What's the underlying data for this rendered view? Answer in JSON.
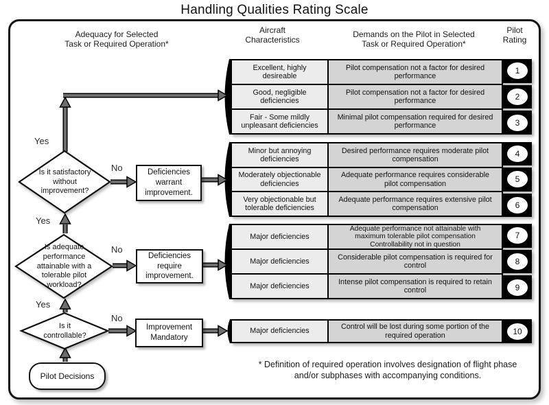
{
  "title": "Handling Qualities Rating Scale",
  "headers": {
    "adequacy": "Adequacy for Selected\nTask or Required Operation*",
    "aircraft": "Aircraft\nCharacteristics",
    "demands": "Demands on the Pilot in Selected\nTask or Required Operation*",
    "pilot_rating": "Pilot\nRating"
  },
  "flowchart": {
    "start_node": "Pilot Decisions",
    "decisions": [
      {
        "question": "Is it satisfactory\nwithout\nimprovement?",
        "yes": "Yes",
        "no": "No",
        "action": "Deficiencies\nwarrant\nimprovement."
      },
      {
        "question": "Is adequate\nperformance\nattainable with a\ntolerable pilot\nworkload?",
        "yes": "Yes",
        "no": "No",
        "action": "Deficiencies\nrequire\nimprovement."
      },
      {
        "question": "Is it\ncontrollable?",
        "yes": "Yes",
        "no": "No",
        "action": "Improvement\nMandatory"
      }
    ]
  },
  "table": {
    "rows": [
      {
        "characteristics": "Excellent, highly\ndesireable",
        "demands": "Pilot compensation not a factor for desired\nperformance",
        "rating": "1"
      },
      {
        "characteristics": "Good, negligible\ndeficiencies",
        "demands": "Pilot compensation not a factor for desired\nperformance",
        "rating": "2"
      },
      {
        "characteristics": "Fair - Some mildly\nunpleasant deficiencies",
        "demands": "Minimal pilot compensation required for desired\nperformance",
        "rating": "3"
      },
      {
        "characteristics": "Minor but annoying\ndeficiencies",
        "demands": "Desired performance requires moderate pilot\ncompensation",
        "rating": "4"
      },
      {
        "characteristics": "Moderately objectionable\ndeficiencies",
        "demands": "Adequate performance requires considerable\npilot compensation",
        "rating": "5"
      },
      {
        "characteristics": "Very objectionable but\ntolerable deficiencies",
        "demands": "Adequate performance requires extensive pilot\ncompensation",
        "rating": "6"
      },
      {
        "characteristics": "Major deficiencies",
        "demands": "Adequate performance not attainable with\nmaximum tolerable pilot compensation\nControllability not in question",
        "rating": "7"
      },
      {
        "characteristics": "Major deficiencies",
        "demands": "Considerable pilot compensation is required for\ncontrol",
        "rating": "8"
      },
      {
        "characteristics": "Major deficiencies",
        "demands": "Intense pilot compensation is required to retain\ncontrol",
        "rating": "9"
      },
      {
        "characteristics": "Major deficiencies",
        "demands": "Control will be lost during some portion of the\nrequired operation",
        "rating": "10"
      }
    ]
  },
  "footnote": "* Definition of required operation involves designation of flight phase\nand/or subphases with accompanying conditions."
}
